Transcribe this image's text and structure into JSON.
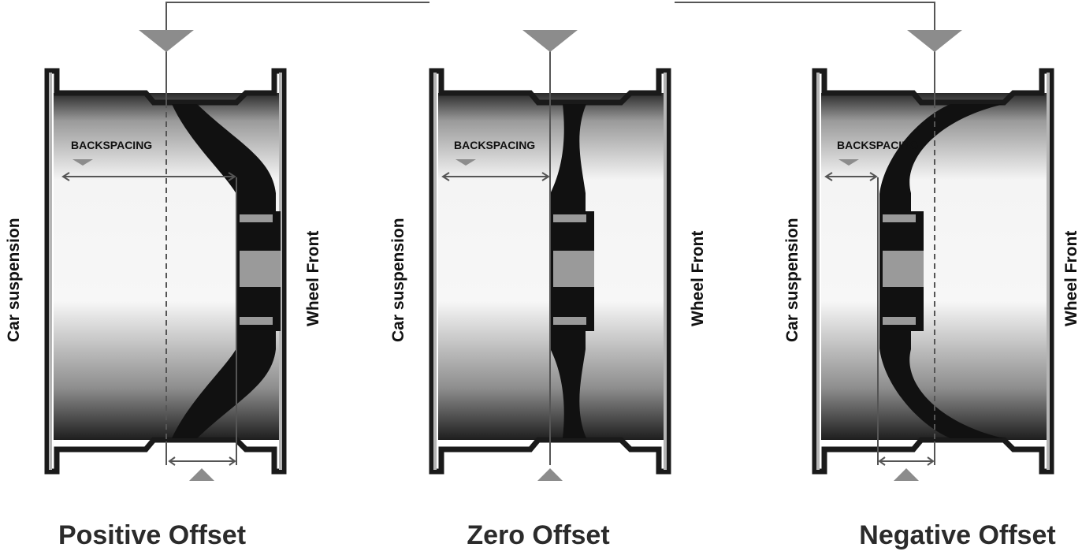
{
  "diagram": {
    "panels": [
      {
        "id": "positive",
        "caption": "Positive Offset",
        "backspacing_label": "BACKSPACING",
        "left_label": "Car suspension",
        "right_label": "Wheel Front"
      },
      {
        "id": "zero",
        "caption": "Zero Offset",
        "backspacing_label": "BACKSPACING",
        "left_label": "Car suspension",
        "right_label": "Wheel Front"
      },
      {
        "id": "negative",
        "caption": "Negative Offset",
        "backspacing_label": "BACKSPACING",
        "left_label": "Car suspension",
        "right_label": "Wheel Front"
      }
    ],
    "colors": {
      "rim_dark": "#1a1a1a",
      "rim_light": "#f2f2f2",
      "marker": "#8c8c8c",
      "line": "#555555",
      "text": "#111111",
      "caption": "#2b2b2b"
    }
  }
}
